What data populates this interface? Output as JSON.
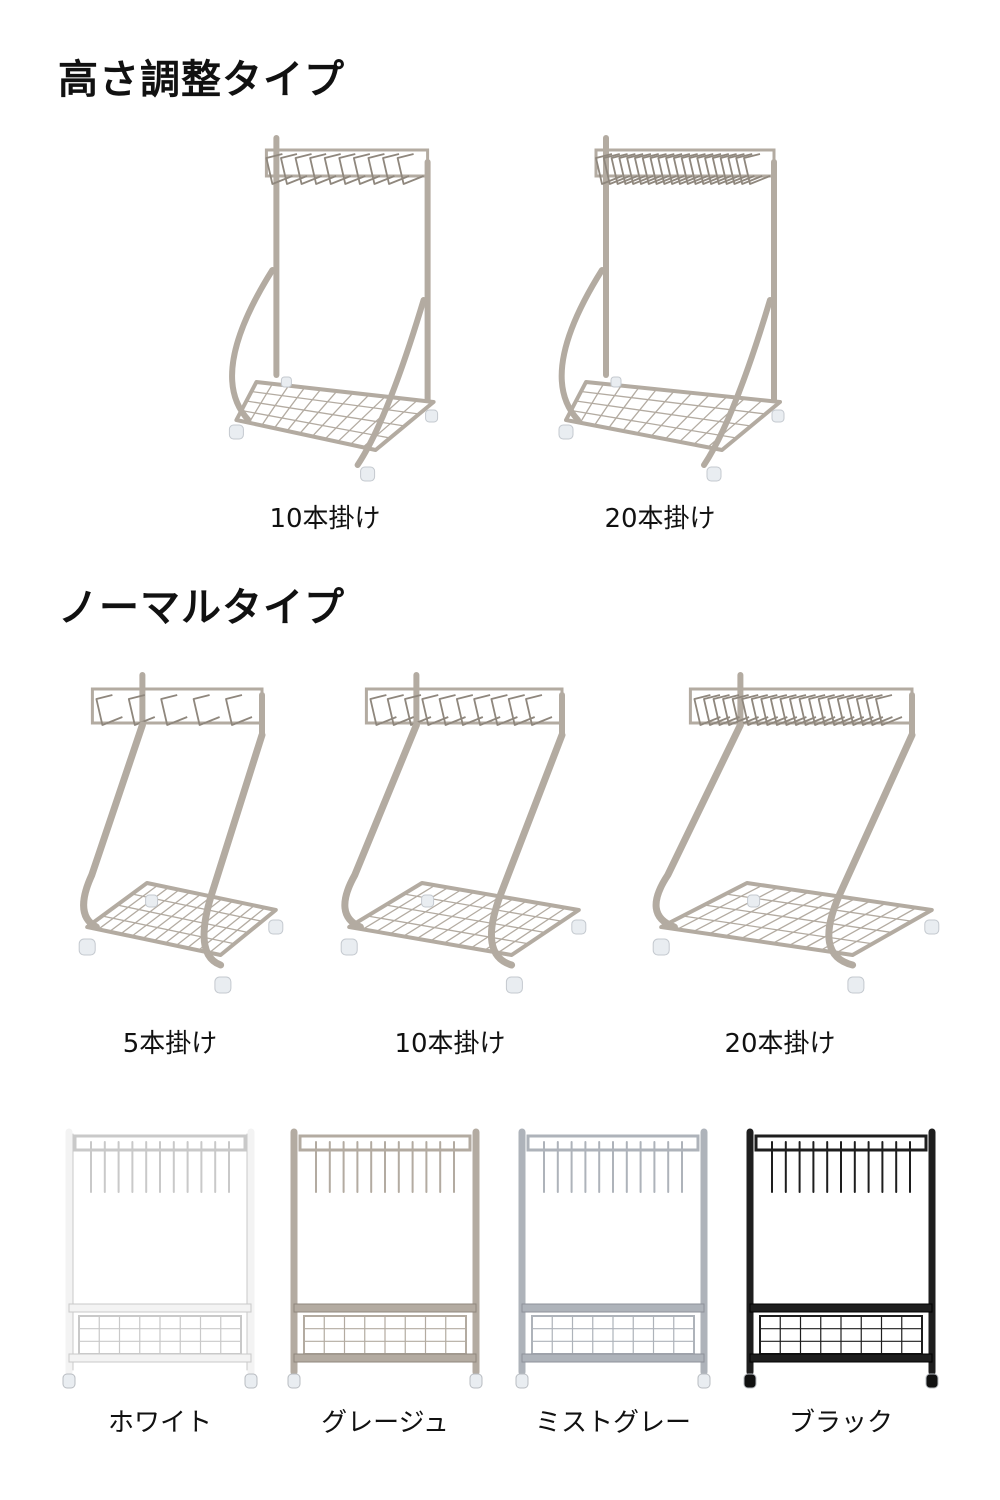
{
  "colors": {
    "greige": "#b3aba1",
    "greige_dark": "#8f877d",
    "white": "#f3f3f3",
    "white_edge": "#c9c9c9",
    "mist_gray": "#aeb3ba",
    "mist_gray_edge": "#8d9299",
    "black": "#1e1e1e",
    "caster": "#e9edf1"
  },
  "height_adjustable": {
    "title": "高さ調整タイプ",
    "items": [
      {
        "label": "10本掛け",
        "hooks": 10
      },
      {
        "label": "20本掛け",
        "hooks": 20
      }
    ]
  },
  "normal": {
    "title": "ノーマルタイプ",
    "items": [
      {
        "label": "5本掛け",
        "hooks": 5
      },
      {
        "label": "10本掛け",
        "hooks": 10
      },
      {
        "label": "20本掛け",
        "hooks": 20
      }
    ]
  },
  "color_variants": {
    "items": [
      {
        "label": "ホワイト",
        "color": "#f3f3f3",
        "edge": "#c9c9c9"
      },
      {
        "label": "グレージュ",
        "color": "#b3aba1",
        "edge": "#8f877d"
      },
      {
        "label": "ミストグレー",
        "color": "#aeb3ba",
        "edge": "#8d9299"
      },
      {
        "label": "ブラック",
        "color": "#1e1e1e",
        "edge": "#000000"
      }
    ]
  }
}
